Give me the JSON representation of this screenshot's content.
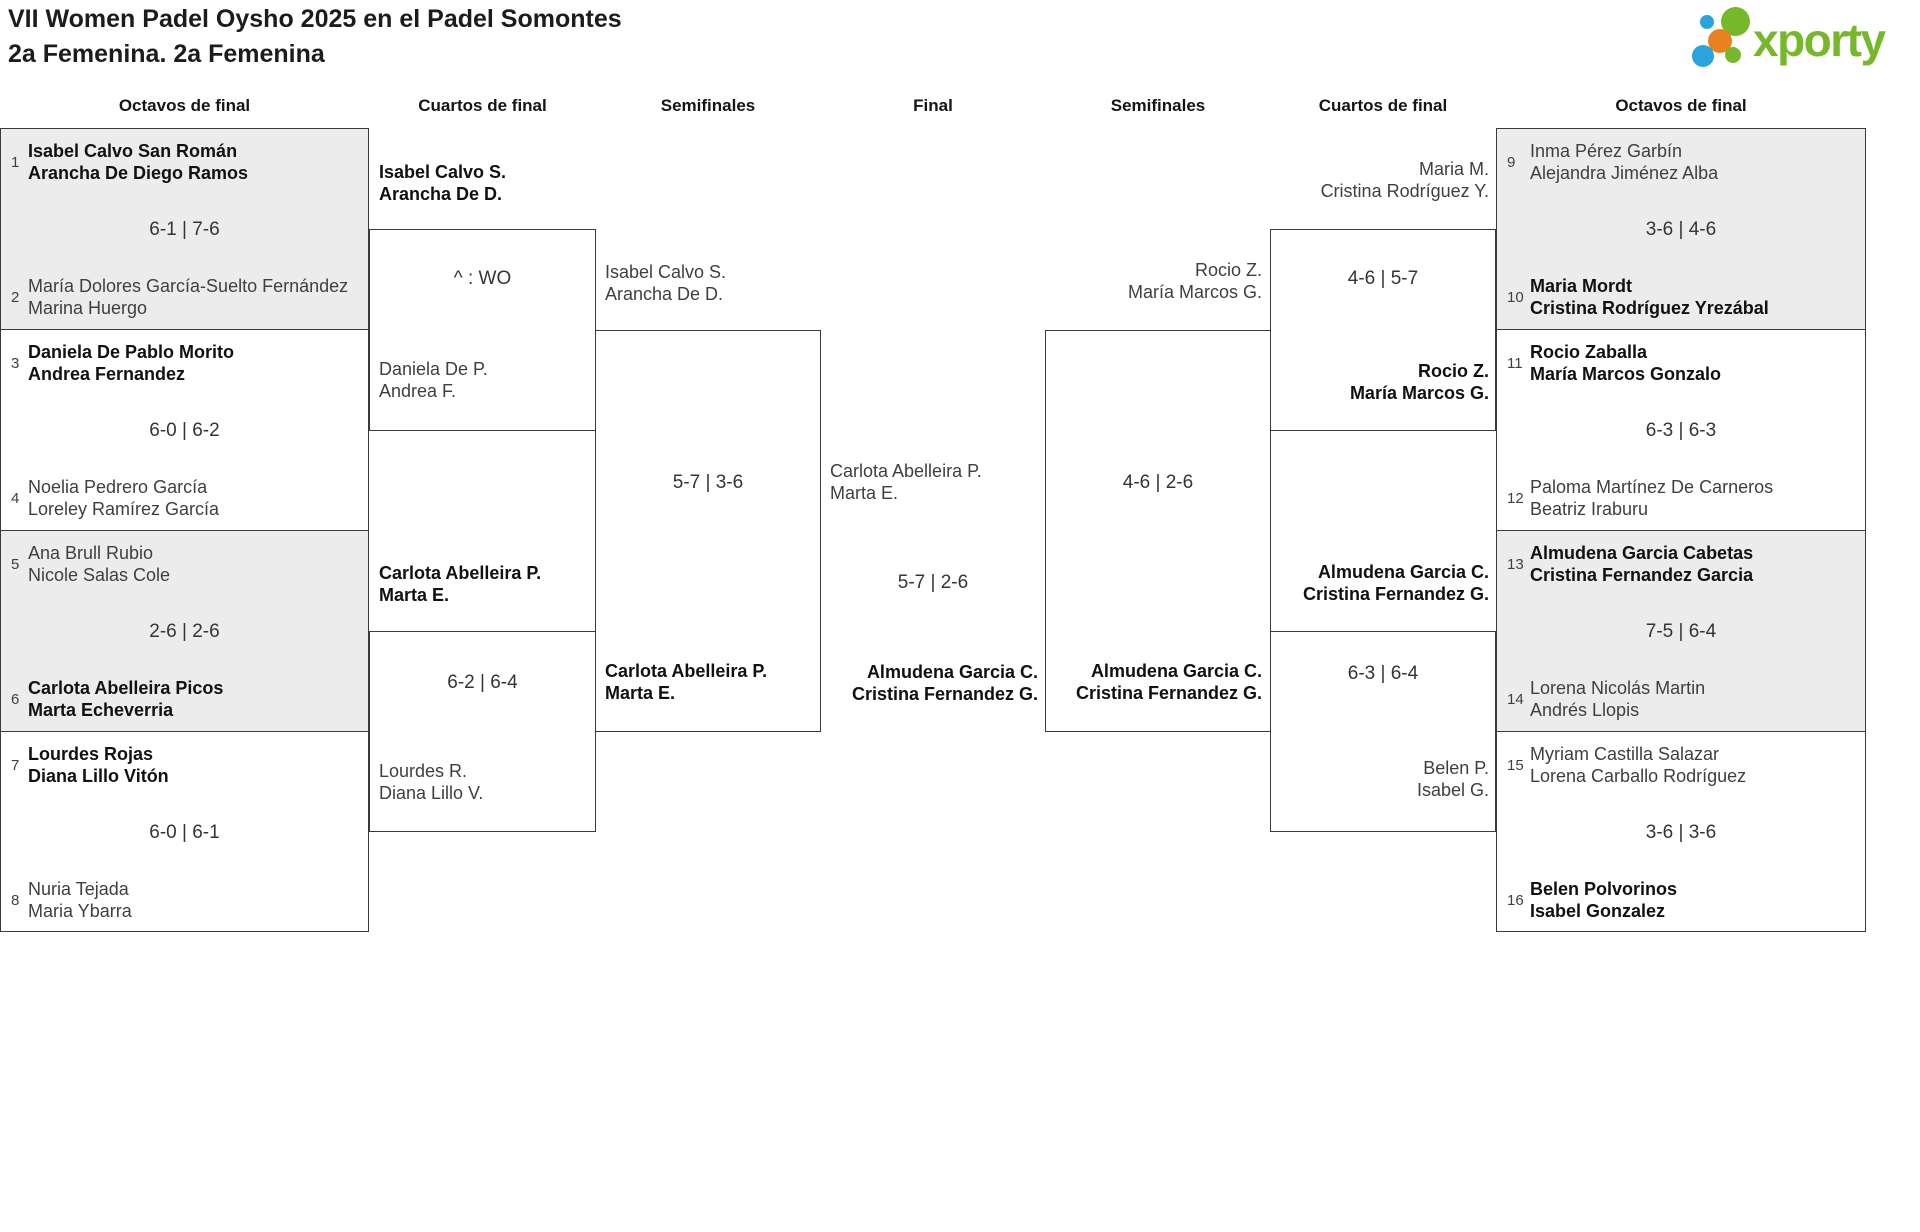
{
  "title": "VII Women Padel Oysho 2025 en el Padel Somontes",
  "subtitle": "2a Femenina. 2a Femenina",
  "logo": {
    "text": "xporty",
    "green": "#76b82a",
    "orange": "#e8821e",
    "blue": "#29a4dc"
  },
  "colors": {
    "line": "#3a3a3a",
    "shaded_box": "#ececec",
    "text_regular": "#3f3f3f",
    "text_winner": "#111111"
  },
  "columns": [
    "Octavos de final",
    "Cuartos de final",
    "Semifinales",
    "Final",
    "Semifinales",
    "Cuartos de final",
    "Octavos de final"
  ],
  "octavos": [
    {
      "seed1": "1",
      "team1": [
        "Isabel Calvo San Román",
        "Arancha De Diego Ramos"
      ],
      "score": "6-1 | 7-6",
      "seed2": "2",
      "team2": [
        "María Dolores García-Suelto Fernández",
        "Marina Huergo"
      ],
      "winner": "team1"
    },
    {
      "seed1": "3",
      "team1": [
        "Daniela De Pablo Morito",
        "Andrea Fernandez"
      ],
      "score": "6-0 | 6-2",
      "seed2": "4",
      "team2": [
        "Noelia Pedrero García",
        "Loreley Ramírez García"
      ],
      "winner": "team1"
    },
    {
      "seed1": "5",
      "team1": [
        "Ana Brull Rubio",
        "Nicole Salas Cole"
      ],
      "score": "2-6 | 2-6",
      "seed2": "6",
      "team2": [
        "Carlota Abelleira Picos",
        "Marta Echeverria"
      ],
      "winner": "team2"
    },
    {
      "seed1": "7",
      "team1": [
        "Lourdes Rojas",
        "Diana Lillo Vitón"
      ],
      "score": "6-0 | 6-1",
      "seed2": "8",
      "team2": [
        "Nuria Tejada",
        "Maria Ybarra"
      ],
      "winner": "team1"
    },
    {
      "seed1": "9",
      "team1": [
        "Inma Pérez Garbín",
        "Alejandra Jiménez Alba"
      ],
      "score": "3-6 | 4-6",
      "seed2": "10",
      "team2": [
        "Maria Mordt",
        "Cristina Rodríguez Yrezábal"
      ],
      "winner": "team2"
    },
    {
      "seed1": "11",
      "team1": [
        "Rocio Zaballa",
        "María Marcos Gonzalo"
      ],
      "score": "6-3 | 6-3",
      "seed2": "12",
      "team2": [
        "Paloma Martínez De Carneros",
        "Beatriz Iraburu"
      ],
      "winner": "team1"
    },
    {
      "seed1": "13",
      "team1": [
        "Almudena Garcia Cabetas",
        "Cristina Fernandez Garcia"
      ],
      "score": "7-5 | 6-4",
      "seed2": "14",
      "team2": [
        "Lorena Nicolás Martin",
        "Andrés Llopis"
      ],
      "winner": "team1"
    },
    {
      "seed1": "15",
      "team1": [
        "Myriam Castilla Salazar",
        "Lorena Carballo Rodríguez"
      ],
      "score": "3-6 | 3-6",
      "seed2": "16",
      "team2": [
        "Belen Polvorinos",
        "Isabel Gonzalez"
      ],
      "winner": "team2"
    }
  ],
  "cuartos": [
    {
      "top": [
        "Isabel Calvo S.",
        "Arancha De D."
      ],
      "score": "^ : WO",
      "bottom": [
        "Daniela De P.",
        "Andrea F."
      ],
      "winner": "top"
    },
    {
      "top": [
        "Carlota Abelleira P.",
        "Marta E."
      ],
      "score": "6-2 | 6-4",
      "bottom": [
        "Lourdes R.",
        "Diana Lillo V."
      ],
      "winner": "top"
    },
    {
      "top": [
        "Maria M.",
        "Cristina Rodríguez Y."
      ],
      "score": "4-6 | 5-7",
      "bottom": [
        "Rocio Z.",
        "María Marcos G."
      ],
      "winner": "bottom"
    },
    {
      "top": [
        "Almudena Garcia C.",
        "Cristina Fernandez G."
      ],
      "score": "6-3 | 6-4",
      "bottom": [
        "Belen P.",
        "Isabel G."
      ],
      "winner": "top"
    }
  ],
  "semifinales": [
    {
      "top": [
        "Isabel Calvo S.",
        "Arancha De D."
      ],
      "score": "5-7 | 3-6",
      "bottom": [
        "Carlota Abelleira P.",
        "Marta E."
      ],
      "winner": "bottom"
    },
    {
      "top": [
        "Rocio Z.",
        "María Marcos G."
      ],
      "score": "4-6 | 2-6",
      "bottom": [
        "Almudena Garcia C.",
        "Cristina Fernandez G."
      ],
      "winner": "bottom"
    }
  ],
  "final": {
    "top": [
      "Carlota Abelleira P.",
      "Marta E."
    ],
    "score": "5-7 | 2-6",
    "bottom": [
      "Almudena Garcia C.",
      "Cristina Fernandez G."
    ],
    "winner": "bottom"
  },
  "champion": [
    "Almudena Garcia C.",
    "Cristina Fernandez G."
  ]
}
